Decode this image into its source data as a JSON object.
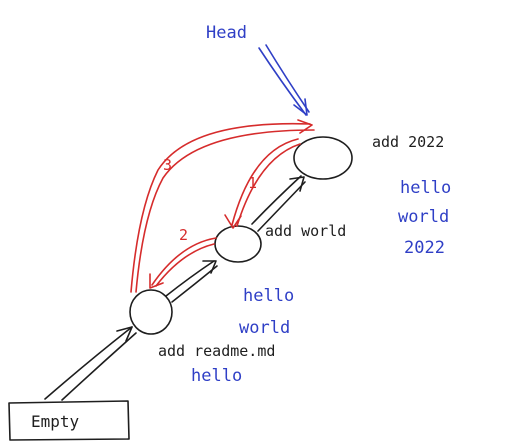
{
  "head_label": "Head",
  "empty_label": "Empty",
  "commits": [
    {
      "message": "add readme.md",
      "content": [
        "hello"
      ]
    },
    {
      "message": "add world",
      "content": [
        "hello",
        "world"
      ]
    },
    {
      "message": "add 2022",
      "content": [
        "hello",
        "world",
        "2022"
      ]
    }
  ],
  "reset_steps": [
    "1",
    "2",
    "3"
  ],
  "colors": {
    "ink": "#1e1e1e",
    "head_arrow": "#2f3fc6",
    "file_content": "#2f3fc6",
    "reset_arrows": "#d62c2c"
  }
}
